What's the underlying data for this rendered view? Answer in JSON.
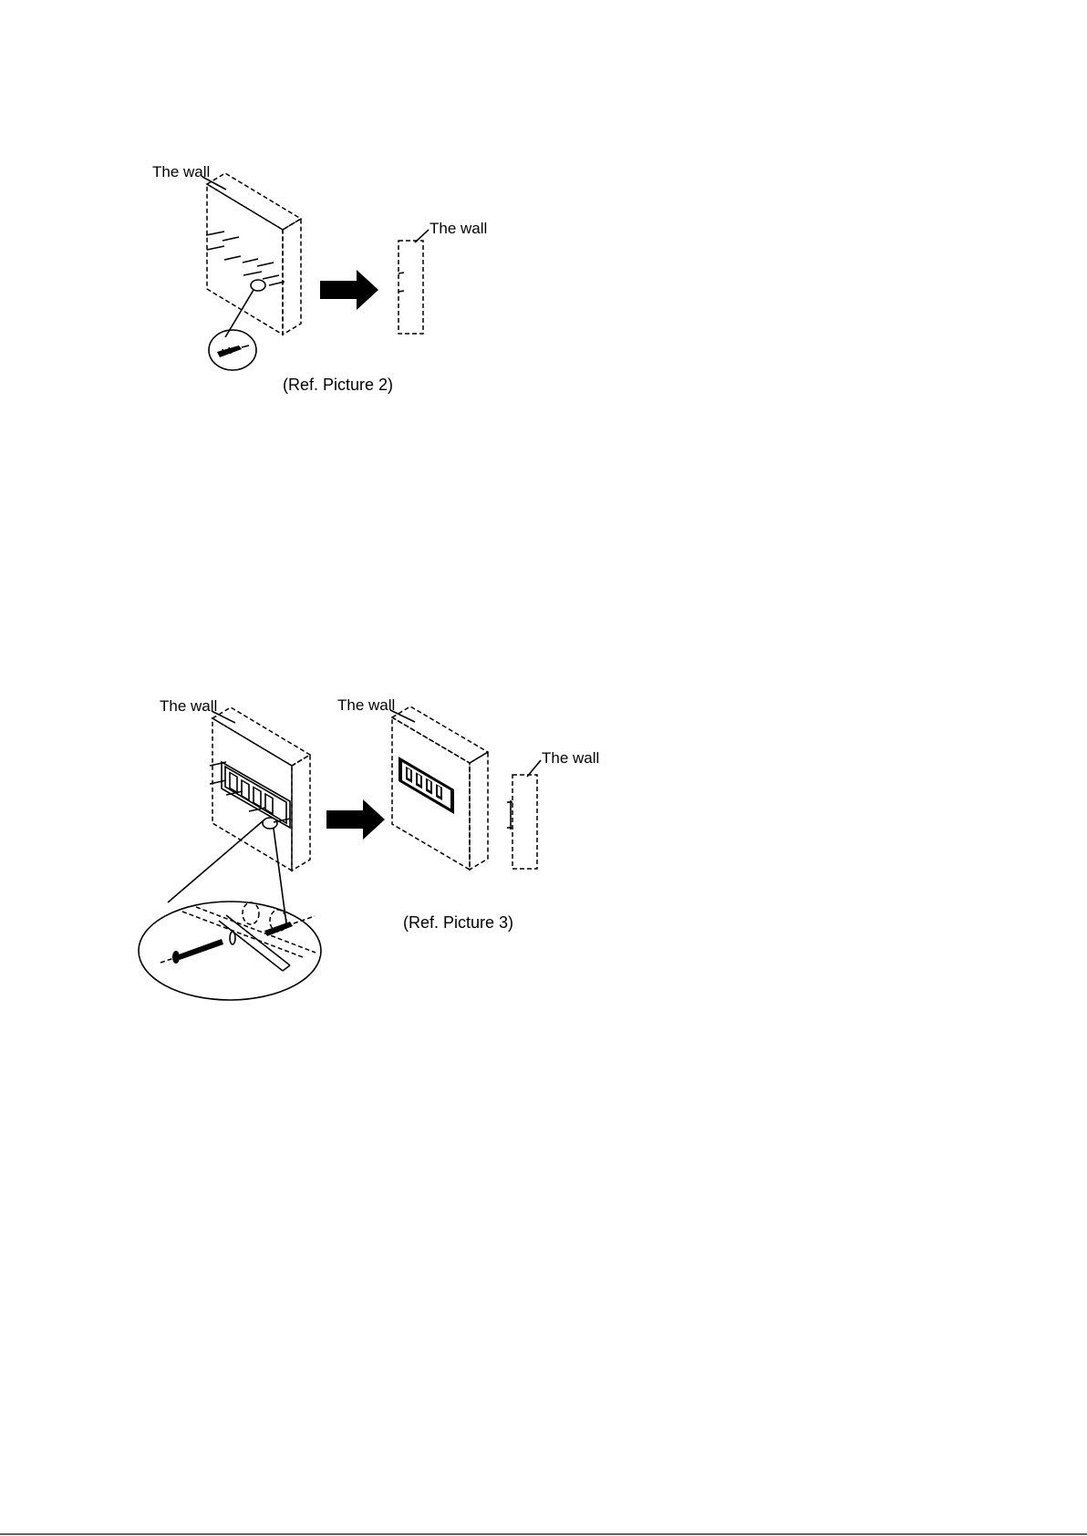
{
  "figure2": {
    "label_wall_left": "The wall",
    "label_wall_right": "The wall",
    "caption": "(Ref. Picture 2)"
  },
  "figure3": {
    "label_wall_left": "The wall",
    "label_wall_middle": "The wall",
    "label_wall_right": "The wall",
    "caption": "(Ref. Picture 3)"
  },
  "colors": {
    "ink": "#000000",
    "background": "#ffffff"
  }
}
